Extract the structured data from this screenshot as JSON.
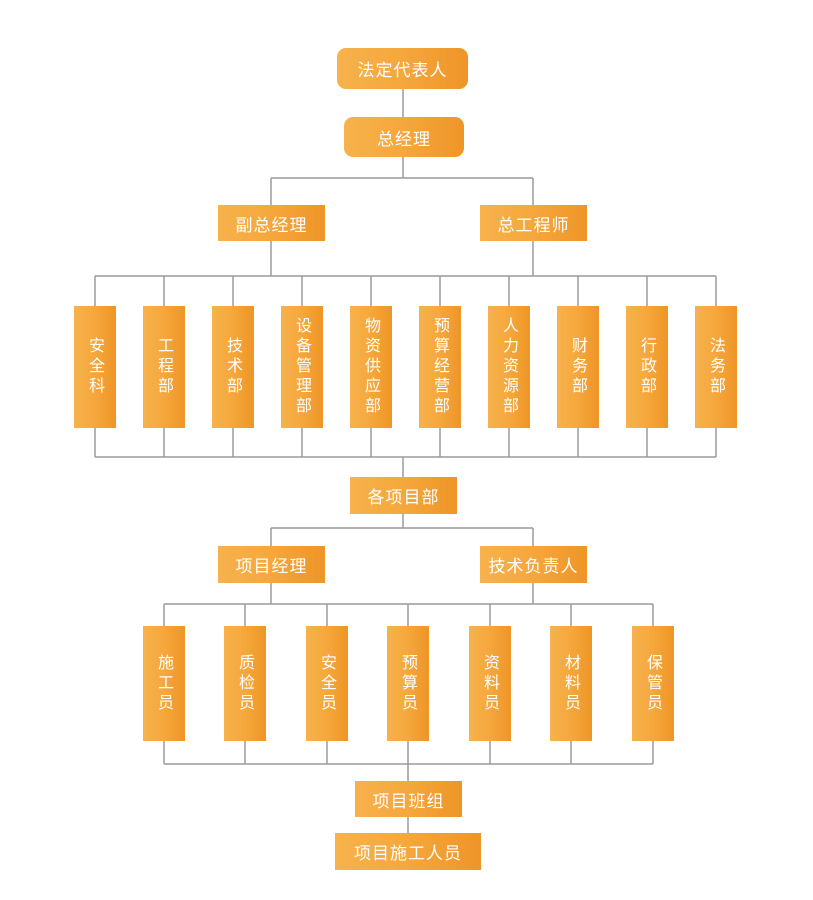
{
  "org": {
    "legal_rep": "法定代表人",
    "gm": "总经理",
    "deputy_gm": "副总经理",
    "chief_engineer": "总工程师",
    "departments": [
      "安全科",
      "工程部",
      "技术部",
      "设备管理部",
      "物资供应部",
      "预算经营部",
      "人力资源部",
      "财务部",
      "行政部",
      "法务部"
    ],
    "project_dept": "各项目部",
    "project_manager": "项目经理",
    "tech_lead": "技术负责人",
    "staff": [
      "施工员",
      "质检员",
      "安全员",
      "预算员",
      "资料员",
      "材料员",
      "保管员"
    ],
    "team": "项目班组",
    "workers": "项目施工人员"
  },
  "colors": {
    "box_light": "#f7b24c",
    "box_dark": "#ee9527",
    "connector": "#9a9a9a",
    "text": "#ffffff"
  }
}
